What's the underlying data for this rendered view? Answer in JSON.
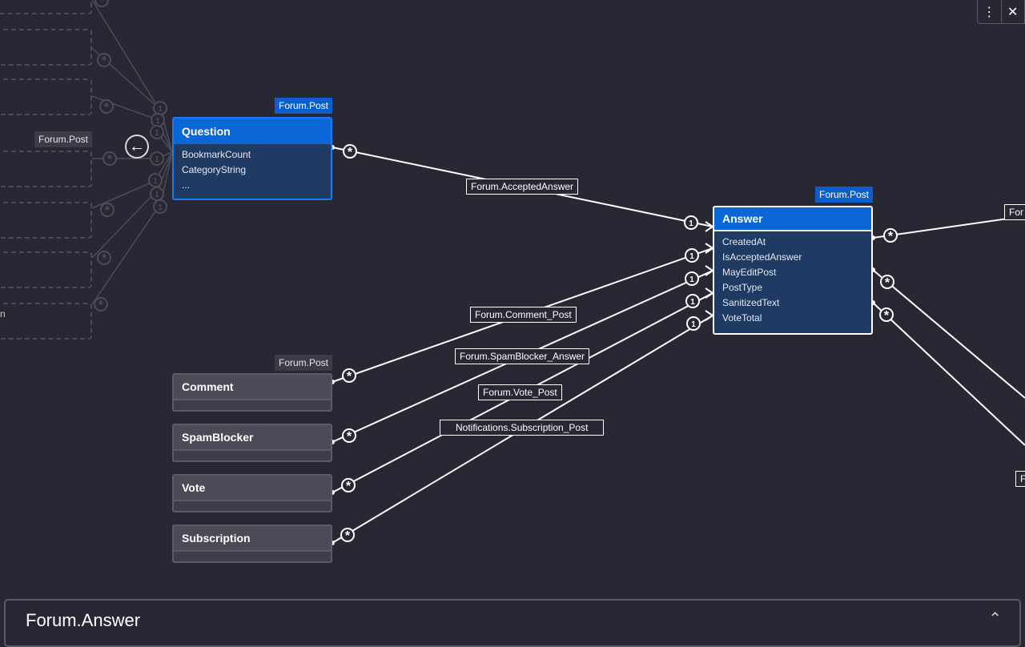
{
  "toolbar": {
    "menu_icon": "⋮",
    "close_icon": "✕"
  },
  "left_panel": {
    "ghost_tag": "Forum.Post",
    "ghost_partial_text": "n"
  },
  "entities": {
    "question": {
      "tag": "Forum.Post",
      "title": "Question",
      "fields": [
        "BookmarkCount",
        "CategoryString",
        "..."
      ]
    },
    "answer": {
      "tag": "Forum.Post",
      "title": "Answer",
      "fields": [
        "CreatedAt",
        "IsAcceptedAnswer",
        "MayEditPost",
        "PostType",
        "SanitizedText",
        "VoteTotal"
      ]
    },
    "comment": {
      "tag": "Forum.Post",
      "title": "Comment"
    },
    "spamblocker": {
      "title": "SpamBlocker"
    },
    "vote": {
      "title": "Vote"
    },
    "subscription": {
      "title": "Subscription"
    }
  },
  "relations": {
    "accepted_answer": "Forum.AcceptedAnswer",
    "comment_post": "Forum.Comment_Post",
    "spamblocker_answer": "Forum.SpamBlocker_Answer",
    "vote_post": "Forum.Vote_Post",
    "subscription_post": "Notifications.Subscription_Post",
    "right_partial_1": "For",
    "right_partial_2": "F"
  },
  "multiplicity": {
    "many": "*",
    "one": "1"
  },
  "bottom_panel": {
    "title": "Forum.Answer",
    "collapse_icon": "⌃"
  },
  "colors": {
    "background": "#272833",
    "selected_blue": "#0b66d8",
    "node_bg": "#1f3a63",
    "line": "#ffffff"
  }
}
